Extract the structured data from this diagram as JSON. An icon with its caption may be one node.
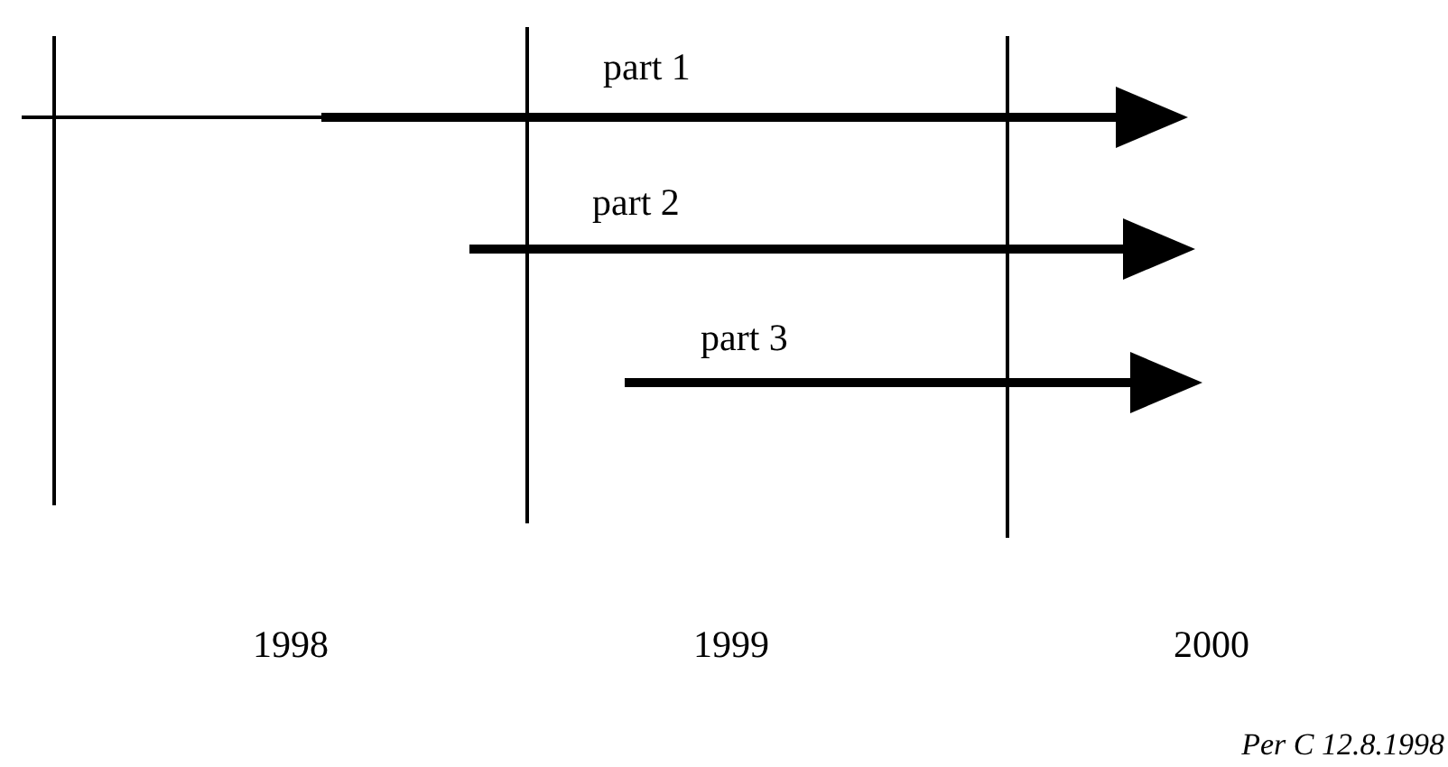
{
  "diagram": {
    "labels": [
      "part 1",
      "part 2",
      "part 3",
      "1998",
      "1999",
      "2000",
      "Per C 12.8.1998"
    ]
  }
}
